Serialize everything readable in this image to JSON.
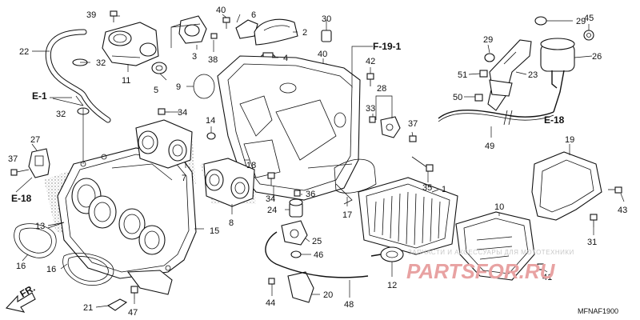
{
  "labels": {
    "n1": "1",
    "n2": "2",
    "n3": "3",
    "n4": "4",
    "n5": "5",
    "n6": "6",
    "n7": "7",
    "n8": "8",
    "n9": "9",
    "n10": "10",
    "n11": "11",
    "n12": "12",
    "n13": "13",
    "n14": "14",
    "n15": "15",
    "n16a": "16",
    "n16b": "16",
    "n17": "17",
    "n18": "18",
    "n19": "19",
    "n20": "20",
    "n21": "21",
    "n22": "22",
    "n23": "23",
    "n24": "24",
    "n25": "25",
    "n26": "26",
    "n27": "27",
    "n28": "28",
    "n29a": "29",
    "n29b": "29",
    "n30": "30",
    "n31": "31",
    "n32a": "32",
    "n32b": "32",
    "n33": "33",
    "n34a": "34",
    "n34b": "34",
    "n35": "35",
    "n36": "36",
    "n37a": "37",
    "n37b": "37",
    "n38": "38",
    "n39": "39",
    "n40a": "40",
    "n40b": "40",
    "n41": "41",
    "n42": "42",
    "n43": "43",
    "n44": "44",
    "n45": "45",
    "n46": "46",
    "n47": "47",
    "n48": "48",
    "n49": "49",
    "n50": "50",
    "n51": "51"
  },
  "refs": {
    "e1": "E-1",
    "e18a": "E-18",
    "e18b": "E-18",
    "f191": "F-19-1"
  },
  "direction": "FR.",
  "diagram_code": "MFNAF1900",
  "watermark": {
    "tagline": "ЗАПЧАСТИ И АКСЕССУАРЫ ДЛЯ МОТОТЕХНИКИ",
    "brand": "PARTSFOR.RU"
  },
  "colors": {
    "line": "#111111",
    "watermark_text": "#c8c8c8",
    "watermark_brand": "#e8a2a2"
  }
}
